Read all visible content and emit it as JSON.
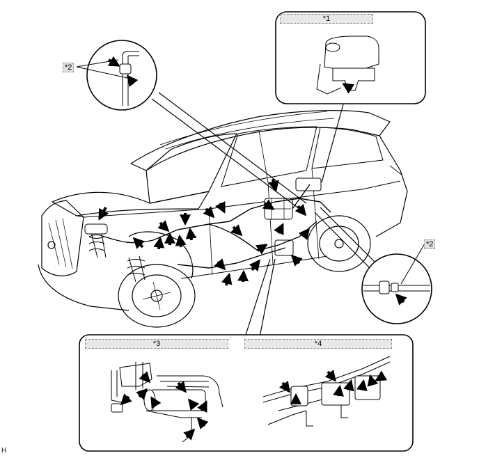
{
  "labels": {
    "callout_1": "*1",
    "callout_2_top": "*2",
    "callout_2_right": "*2",
    "callout_3": "*3",
    "callout_4": "*4",
    "corner_code": "H"
  },
  "colors": {
    "line": "#000000",
    "fill": "#ffffff",
    "tag_bg": "#e0e0e0"
  }
}
